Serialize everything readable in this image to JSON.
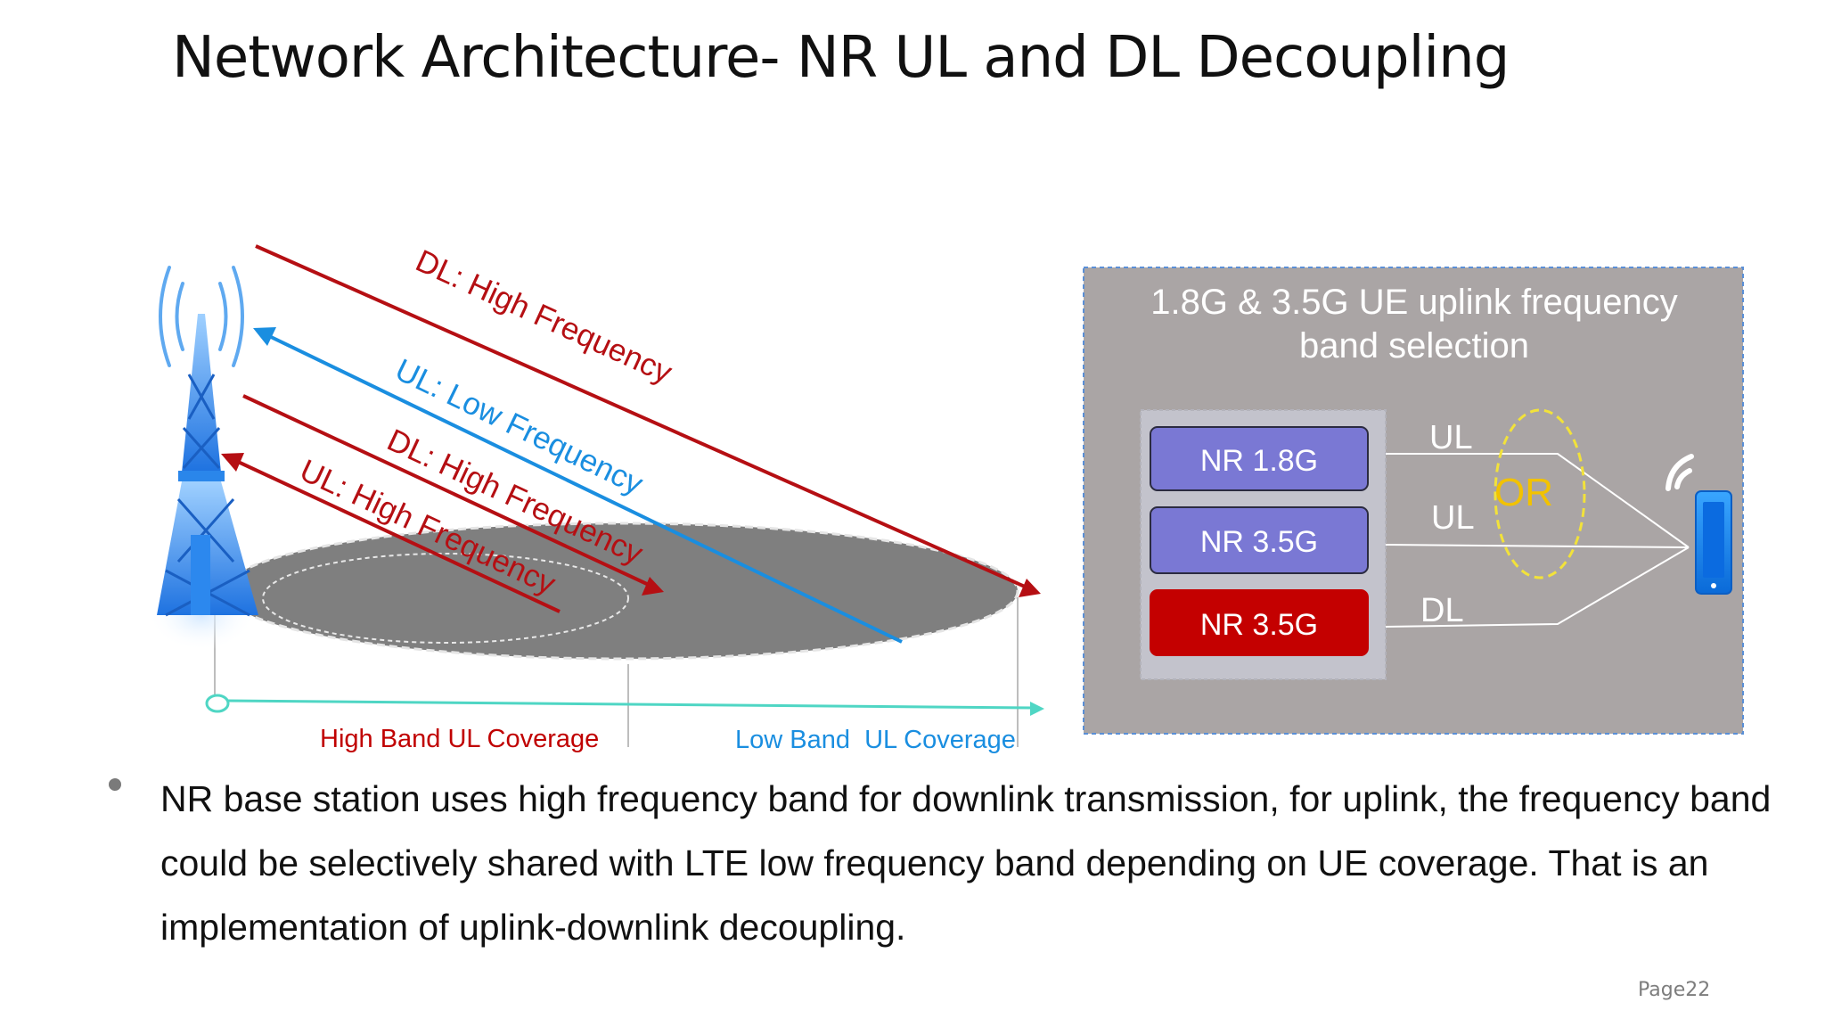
{
  "slide": {
    "title": "Network Architecture- NR UL and DL Decoupling",
    "page": "Page22"
  },
  "left_diagram": {
    "arrows": [
      {
        "label": "DL: High Frequency",
        "color": "#b50f13"
      },
      {
        "label": "UL: Low Frequency",
        "color": "#1a8ee0"
      },
      {
        "label": "DL: High Frequency",
        "color": "#b50f13"
      },
      {
        "label": "UL: High Frequency",
        "color": "#b50f13"
      }
    ],
    "coverage": {
      "high_band_label": "High Band UL Coverage",
      "low_band_label": "Low Band  UL Coverage",
      "high_band_color": "#c00000",
      "low_band_color": "#1a8ee0"
    },
    "icons": [
      "cell-tower-icon"
    ]
  },
  "right_panel": {
    "title": "1.8G & 3.5G UE uplink frequency band selection",
    "bands": [
      {
        "label": "NR 1.8G",
        "color": "#7a78d4",
        "link": "UL"
      },
      {
        "label": "NR 3.5G",
        "color": "#7a78d4",
        "link": "UL"
      },
      {
        "label": "NR 3.5G",
        "color": "#c40000",
        "link": "DL"
      }
    ],
    "or_label": "OR",
    "or_color": "#f2c200",
    "icons": [
      "smartphone-icon",
      "signal-icon"
    ]
  },
  "bullets": [
    "NR base station uses high frequency band for downlink transmission, for uplink, the frequency band could be selectively shared with LTE low frequency band depending on UE coverage. That is an implementation of uplink-downlink decoupling."
  ]
}
